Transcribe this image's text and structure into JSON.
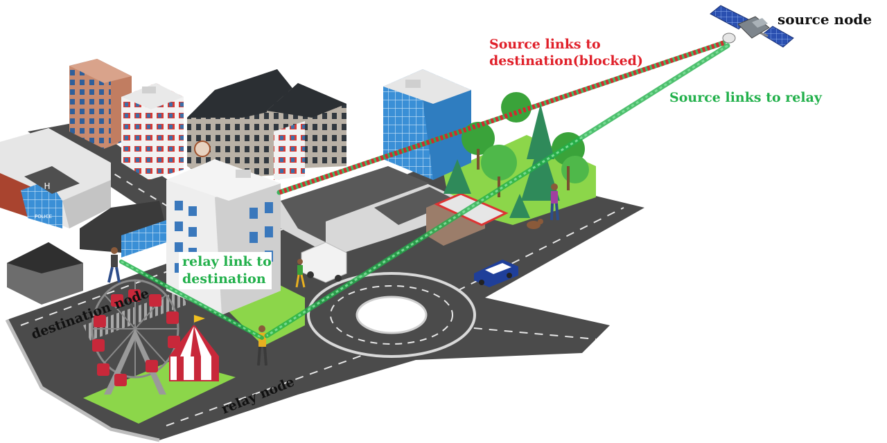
{
  "labels": {
    "source_node": "source node",
    "blocked_line1": "Source links to",
    "blocked_line2": "destination(blocked)",
    "source_to_relay": "Source links to relay",
    "relay_link_line1": "relay link to",
    "relay_link_line2": "destination",
    "destination_node": "destination node",
    "relay_node": "relay node",
    "police_sign": "POLICE",
    "helipad_letter": "H"
  },
  "colors": {
    "blocked_link": "#e0202a",
    "relay_link": "#22b04b",
    "road": "#4a4a4a",
    "grass": "#8cd64a",
    "building_blue": "#4a9fd8",
    "satellite_panel": "#2a4fb0"
  }
}
